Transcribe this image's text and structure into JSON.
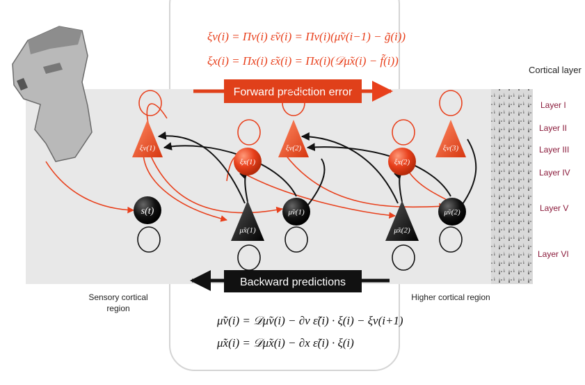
{
  "equations_top": {
    "line1": "ξv(i) = Πv(i) ε̃v(i) = Πv(i)(μ̃v(i−1) − g̃(i))",
    "line2": "ξx(i) = Πx(i) ε̃x(i) = Πx(i)(𝒟μ̃x(i) − f̃(i))"
  },
  "equations_bottom": {
    "line1": "μ̃̇v(i) = 𝒟μ̃v(i) − ∂v ε̃(i) · ξ(i) − ξv(i+1)",
    "line2": "μ̃̇x(i) = 𝒟μ̃x(i) − ∂x ε̃(i) · ξ(i)"
  },
  "cortical_layer_title": "Cortical layer",
  "layers": [
    "Layer I",
    "Layer II",
    "Layer III",
    "Layer IV",
    "Layer V",
    "Layer VI"
  ],
  "forward_label": "Forward prediction error",
  "backward_label": "Backward predictions",
  "sensory_region_label": [
    "Sensory cortical",
    "region"
  ],
  "higher_region_label": "Higher cortical region",
  "nodes": {
    "sensory": "s(t)",
    "xi_v1": "ξv(1)",
    "xi_x1": "ξx(1)",
    "xi_v2": "ξv(2)",
    "mu_x1": "μ̃x(1)",
    "mu_v1": "μ̃v(1)",
    "xi_x2": "ξx(2)",
    "xi_v3": "ξv(3)",
    "mu_x2": "μ̃x(2)",
    "mu_v2": "μ̃v(2)"
  },
  "colors": {
    "error_red": "#e8401c",
    "bar_red": "#e0401a",
    "layer_label": "#8a1a3a",
    "band_grey": "#e8e8e8",
    "bar_dark": "#111111"
  }
}
